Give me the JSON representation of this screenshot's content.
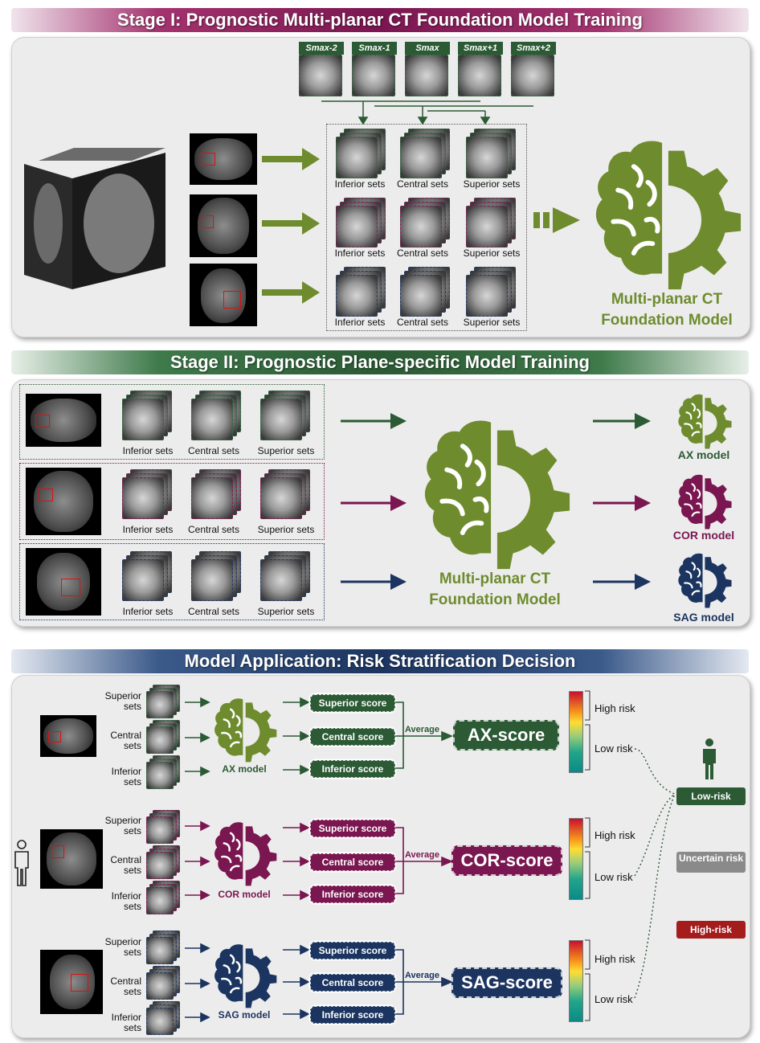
{
  "stage1": {
    "title": "Stage I: Prognostic Multi-planar CT Foundation Model Training",
    "slices": [
      "Smax-2",
      "Smax-1",
      "Smax",
      "Smax+1",
      "Smax+2"
    ],
    "set_labels": [
      "Inferior sets",
      "Central sets",
      "Superior sets"
    ],
    "model_label": [
      "Multi-planar CT",
      "Foundation Model"
    ]
  },
  "stage2": {
    "title": "Stage II: Prognostic Plane-specific Model Training",
    "set_labels": [
      "Inferior sets",
      "Central sets",
      "Superior sets"
    ],
    "model_label": [
      "Multi-planar CT",
      "Foundation Model"
    ],
    "outputs": [
      "AX model",
      "COR model",
      "SAG model"
    ]
  },
  "stage3": {
    "title": "Model Application: Risk Stratification Decision",
    "input_sets": [
      [
        "Superior",
        "sets"
      ],
      [
        "Central",
        "sets"
      ],
      [
        "Inferior",
        "sets"
      ]
    ],
    "scores": [
      "Superior score",
      "Central score",
      "Inferior score"
    ],
    "average": "Average",
    "planes": [
      {
        "model": "AX model",
        "score": "AX-score"
      },
      {
        "model": "COR model",
        "score": "COR-score"
      },
      {
        "model": "SAG model",
        "score": "SAG-score"
      }
    ],
    "high": "High risk",
    "low": "Low risk",
    "decisions": [
      "Low-risk",
      "Uncertain risk",
      "High-risk"
    ]
  },
  "colors": {
    "green": "#2b5a34",
    "magenta": "#7a1650",
    "navy": "#1c3560",
    "olive": "#6e8c2e",
    "red": "#a51c1c",
    "gray": "#8a8a8a"
  }
}
